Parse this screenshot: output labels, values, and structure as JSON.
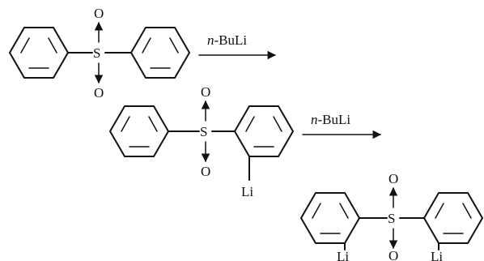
{
  "scheme": {
    "reagent_prefix": "n",
    "reagent_suffix": "-BuLi"
  },
  "atoms": {
    "sulfur": "S",
    "oxygen": "O",
    "lithium": "Li"
  }
}
